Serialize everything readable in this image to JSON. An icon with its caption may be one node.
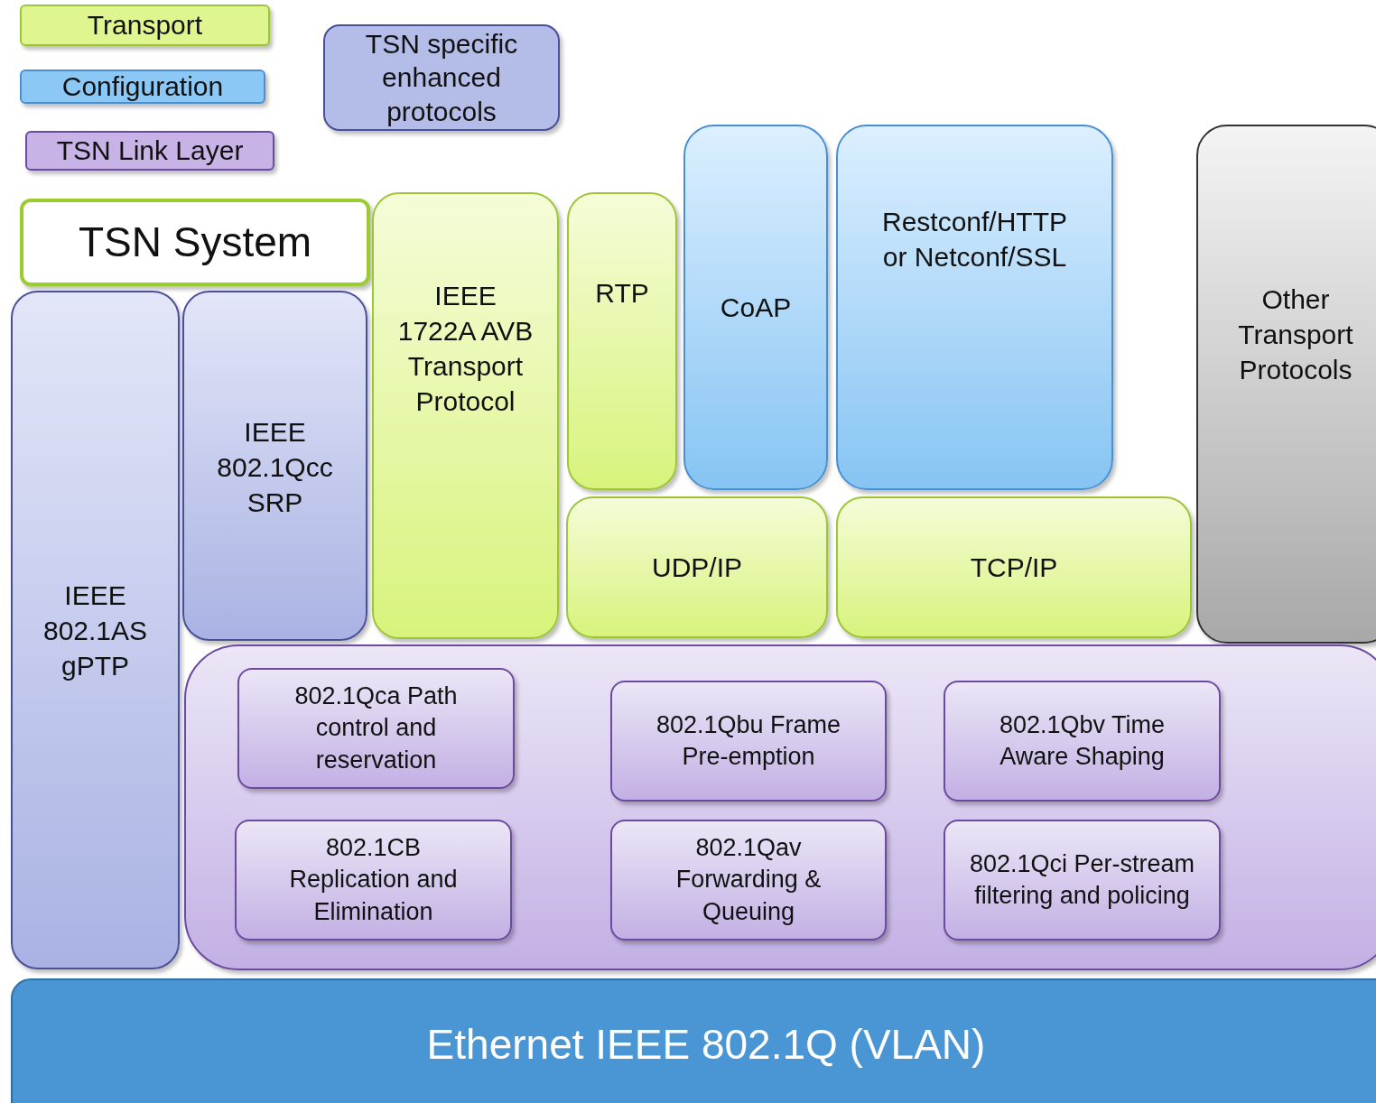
{
  "diagram": {
    "nodes": [
      {
        "text": [
          "TSN System"
        ]
      },
      {
        "text": [
          "IEEE 802.1AS gPTP"
        ]
      },
      {
        "text": [
          "IEEE 802.1Qcc SRP"
        ]
      },
      {
        "text": [
          "IEEE 1722A AVB Transport Protocol"
        ]
      },
      {
        "text": [
          "RTP"
        ]
      },
      {
        "text": [
          "CoAP"
        ]
      },
      {
        "text": [
          "Restconf/HTTP or Netconf/SSL"
        ]
      },
      {
        "text": [
          "Other Transport Protocols"
        ]
      },
      {
        "text": [
          "UDP/IP"
        ]
      },
      {
        "text": [
          "TCP/IP"
        ]
      },
      {
        "text": [],
        "shape": "box"
      },
      {
        "text": [
          "802.1Qca Path control and reservation"
        ],
        "in": 10
      },
      {
        "text": [
          "802.1Qbu  Frame Pre-emption"
        ],
        "in": 10
      },
      {
        "text": [
          "802.1Qbv  Time Aware Shaping"
        ],
        "in": 10
      },
      {
        "text": [
          "802.1CB Replication and Elimination"
        ],
        "in": 10
      },
      {
        "text": [
          "802.1Qav Forwarding & Queuing"
        ],
        "in": 10
      },
      {
        "text": [
          "802.1Qci Per-stream filtering and policing"
        ],
        "in": 10
      },
      {
        "text": [
          "Ethernet IEEE 802.1Q (VLAN)"
        ]
      }
    ],
    "legend": [
      {
        "text": "Transport",
        "color": "#dff58f"
      },
      {
        "text": "Configuration",
        "color": "#8cc8f5"
      },
      {
        "text": "TSN Link Layer",
        "color": "#c7b3e6"
      },
      {
        "text": "TSN specific enhanced protocols",
        "color": "#b4bce8"
      }
    ]
  }
}
